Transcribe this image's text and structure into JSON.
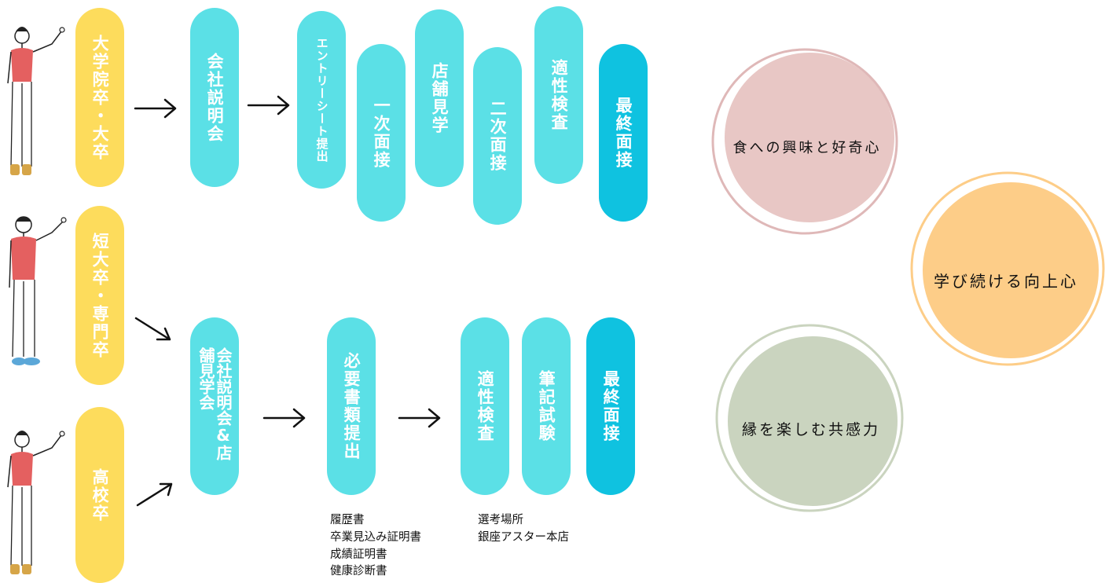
{
  "tracks": {
    "graduate": {
      "category": "大学院卒・大卒",
      "steps": [
        "会社説明会",
        "エントリーシート提出",
        "一次面接",
        "店舗見学",
        "二次面接",
        "適性検査",
        "最終面接"
      ]
    },
    "college": {
      "category": "短大卒・専門卒"
    },
    "highschool": {
      "category": "高校卒"
    },
    "shared": {
      "steps": [
        "会社説明会&店舗見学会",
        "必要書類提出",
        "適性検査",
        "筆記試験",
        "最終面接"
      ],
      "documents_note": "履歴書\n卒業見込み証明書\n成績証明書\n健康診断書",
      "location_note": "選考場所\n銀座アスター本店"
    }
  },
  "qualities": [
    {
      "label": "食への興味と好奇心",
      "color": "#e8c7c5",
      "ring": "#dfb8b8"
    },
    {
      "label": "学び続ける向上心",
      "color": "#fdcd88",
      "ring": "#fdcd88"
    },
    {
      "label": "縁を楽しむ共感力",
      "color": "#cad4bf",
      "ring": "#cad4bf"
    }
  ],
  "colors": {
    "category_pill": "#fddc5c",
    "step_pill": "#5be0e6",
    "final_pill": "#0fc2e0"
  }
}
